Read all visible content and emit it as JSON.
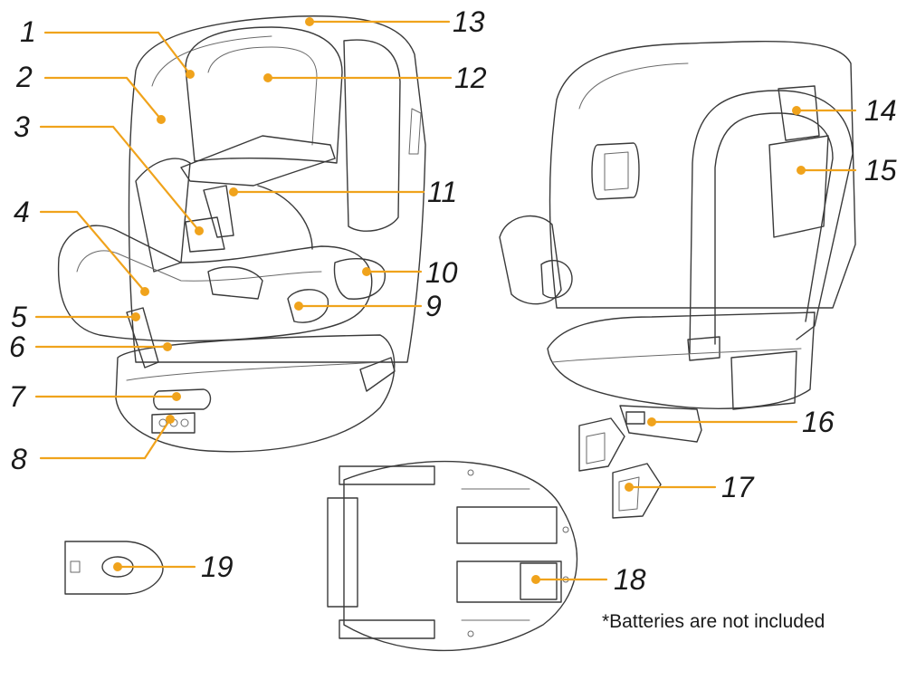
{
  "colors": {
    "leader": "#f0a31c",
    "outline": "#3a3a3a",
    "text": "#1a1a1a"
  },
  "callouts": {
    "c1": "1",
    "c2": "2",
    "c3": "3",
    "c4": "4",
    "c5": "5",
    "c6": "6",
    "c7": "7",
    "c8": "8",
    "c9": "9",
    "c10": "10",
    "c11": "11",
    "c12": "12",
    "c13": "13",
    "c14": "14",
    "c15": "15",
    "c16": "16",
    "c17": "17",
    "c18": "18",
    "c19": "19"
  },
  "note": "*Batteries are not included"
}
